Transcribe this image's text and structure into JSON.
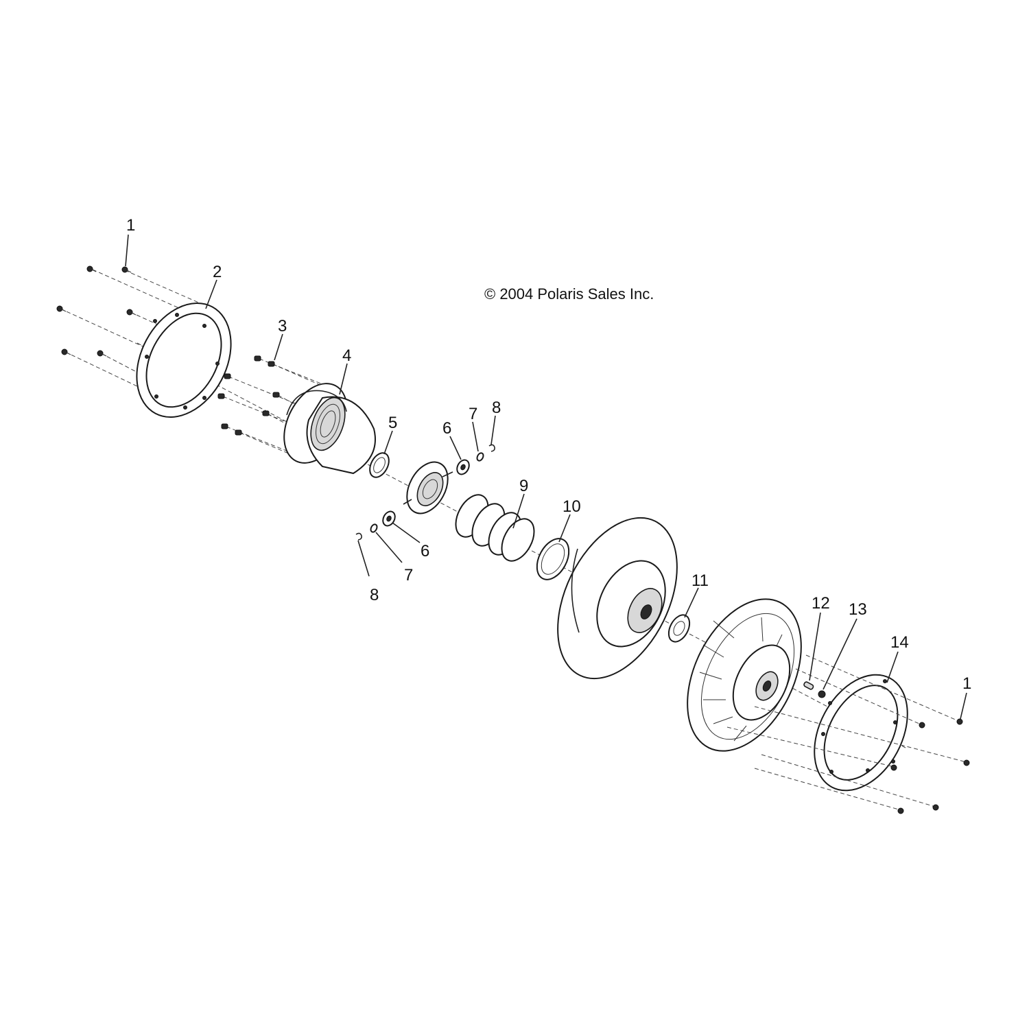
{
  "copyright": "© 2004 Polaris Sales Inc.",
  "callouts": [
    {
      "id": "c1a",
      "text": "1"
    },
    {
      "id": "c2",
      "text": "2"
    },
    {
      "id": "c3",
      "text": "3"
    },
    {
      "id": "c4",
      "text": "4"
    },
    {
      "id": "c5",
      "text": "5"
    },
    {
      "id": "c6a",
      "text": "6"
    },
    {
      "id": "c7a",
      "text": "7"
    },
    {
      "id": "c8a",
      "text": "8"
    },
    {
      "id": "c9",
      "text": "9"
    },
    {
      "id": "c10",
      "text": "10"
    },
    {
      "id": "c6b",
      "text": "6"
    },
    {
      "id": "c7b",
      "text": "7"
    },
    {
      "id": "c8b",
      "text": "8"
    },
    {
      "id": "c11",
      "text": "11"
    },
    {
      "id": "c12",
      "text": "12"
    },
    {
      "id": "c13",
      "text": "13"
    },
    {
      "id": "c14",
      "text": "14"
    },
    {
      "id": "c1b",
      "text": "1"
    }
  ]
}
